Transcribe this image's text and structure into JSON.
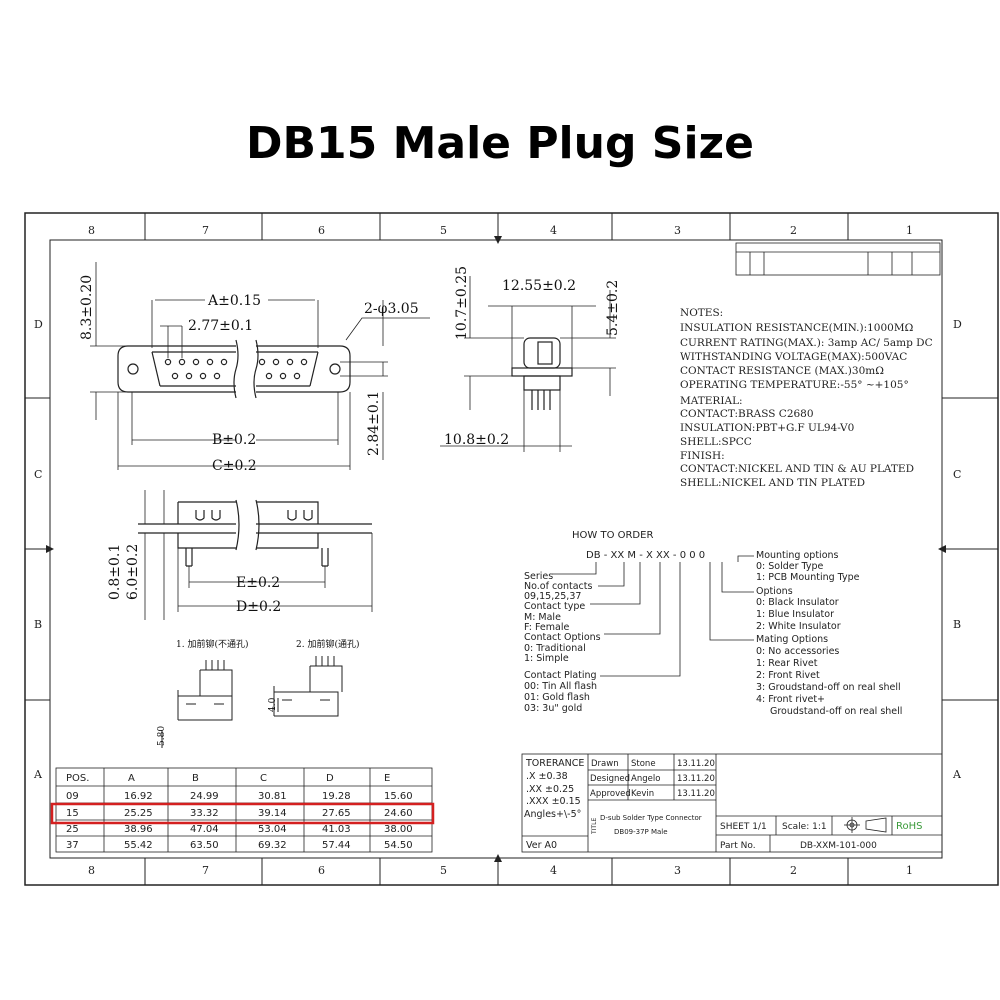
{
  "title": "DB15 Male Plug Size",
  "border": {
    "columns": [
      "8",
      "7",
      "6",
      "5",
      "4",
      "3",
      "2",
      "1"
    ],
    "rows": [
      "D",
      "C",
      "B",
      "A"
    ]
  },
  "dims": {
    "a": "A±0.15",
    "pitch": "2.77±0.1",
    "holes": "2-φ3.05",
    "h1": "8.3±0.20",
    "b": "B±0.2",
    "c": "C±0.2",
    "h2": "2.84±0.1",
    "e": "E±0.2",
    "d": "D±0.2",
    "h3": "0.8±0.1",
    "h4": "6.0±0.2",
    "side_w": "12.55±0.2",
    "side_h1": "10.7±0.25",
    "side_h2": "5.4±0.2",
    "side_base": "10.8±0.2",
    "pcb1": "1. 加前铆(不通孔)",
    "pcb2": "2. 加前铆(通孔)",
    "pcb_h1": "5.80",
    "pcb_h2": "4.0"
  },
  "notes": {
    "lines": [
      "NOTES:",
      "INSULATION RESISTANCE(MIN.):1000MΩ",
      "CURRENT RATING(MAX.): 3amp AC/ 5amp DC",
      "WITHSTANDING VOLTAGE(MAX):500VAC",
      "CONTACT RESISTANCE (MAX.)30mΩ",
      "OPERATING TEMPERATURE:-55° ~+105°",
      "MATERIAL:",
      "CONTACT:BRASS C2680",
      "INSULATION:PBT+G.F UL94-V0",
      "SHELL:SPCC",
      "FINISH:",
      "CONTACT:NICKEL AND TIN & AU PLATED",
      "SHELL:NICKEL AND TIN PLATED"
    ]
  },
  "order": {
    "heading": "HOW TO ORDER",
    "code": "DB  - XX M -  X  XX  -  0  0  0",
    "left": [
      "Series",
      "No.of contacts",
      "09,15,25,37",
      "Contact type",
      "M: Male",
      "F: Female",
      "Contact Options",
      "0: Traditional",
      "1: Simple",
      "Contact Plating",
      "00: Tin All flash",
      "01: Gold flash",
      "03: 3u\" gold"
    ],
    "right": [
      "Mounting options",
      "0: Solder Type",
      "1: PCB Mounting Type",
      "Options",
      "0: Black Insulator",
      "1: Blue Insulator",
      "2: White Insulator",
      "Mating Options",
      "0: No accessories",
      "1: Rear Rivet",
      "2: Front Rivet",
      "3: Groudstand-off on real shell",
      "4: Front rivet+",
      "Groudstand-off on real shell"
    ]
  },
  "table": {
    "headers": [
      "POS.",
      "A",
      "B",
      "C",
      "D",
      "E"
    ],
    "rows": [
      [
        "09",
        "16.92",
        "24.99",
        "30.81",
        "19.28",
        "15.60"
      ],
      [
        "15",
        "25.25",
        "33.32",
        "39.14",
        "27.65",
        "24.60"
      ],
      [
        "25",
        "38.96",
        "47.04",
        "53.04",
        "41.03",
        "38.00"
      ],
      [
        "37",
        "55.42",
        "63.50",
        "69.32",
        "57.44",
        "54.50"
      ]
    ],
    "highlight_row": 1,
    "highlight_color": "#d42020"
  },
  "titleblock": {
    "tolerance_label": "TORERANCE",
    "tol_rows": [
      ".X    ±0.38",
      ".XX   ±0.25",
      ".XXX  ±0.15",
      "Angles+\\-5°"
    ],
    "people": [
      [
        "Drawn",
        "Stone",
        "13.11.20"
      ],
      [
        "Designed",
        "Angelo",
        "13.11.20"
      ],
      [
        "Approved",
        "Kevin",
        "13.11.20"
      ]
    ],
    "title_label": "TITLE",
    "title1": "D-sub Solder Type Connector",
    "title2": "DB09-37P Male",
    "ver": "Ver A0",
    "sheet": "SHEET 1/1",
    "scale": "Scale: 1:1",
    "rohs": "RoHS",
    "part_label": "Part No.",
    "part_no": "DB-XXM-101-000"
  }
}
